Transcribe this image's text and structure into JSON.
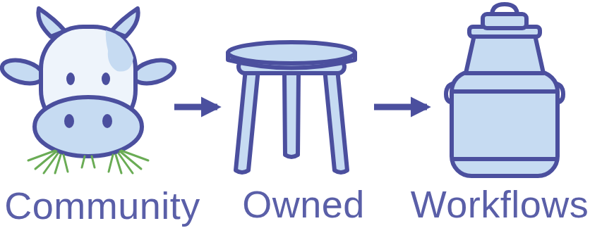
{
  "diagram": {
    "nodes": [
      {
        "text": [
          "Community"
        ]
      },
      {
        "text": [
          "Owned"
        ]
      },
      {
        "text": [
          "Workflows"
        ]
      }
    ],
    "edges": [
      {
        "from": 0,
        "to": 1,
        "arrow": "to"
      },
      {
        "from": 1,
        "to": 2,
        "arrow": "to"
      }
    ]
  }
}
